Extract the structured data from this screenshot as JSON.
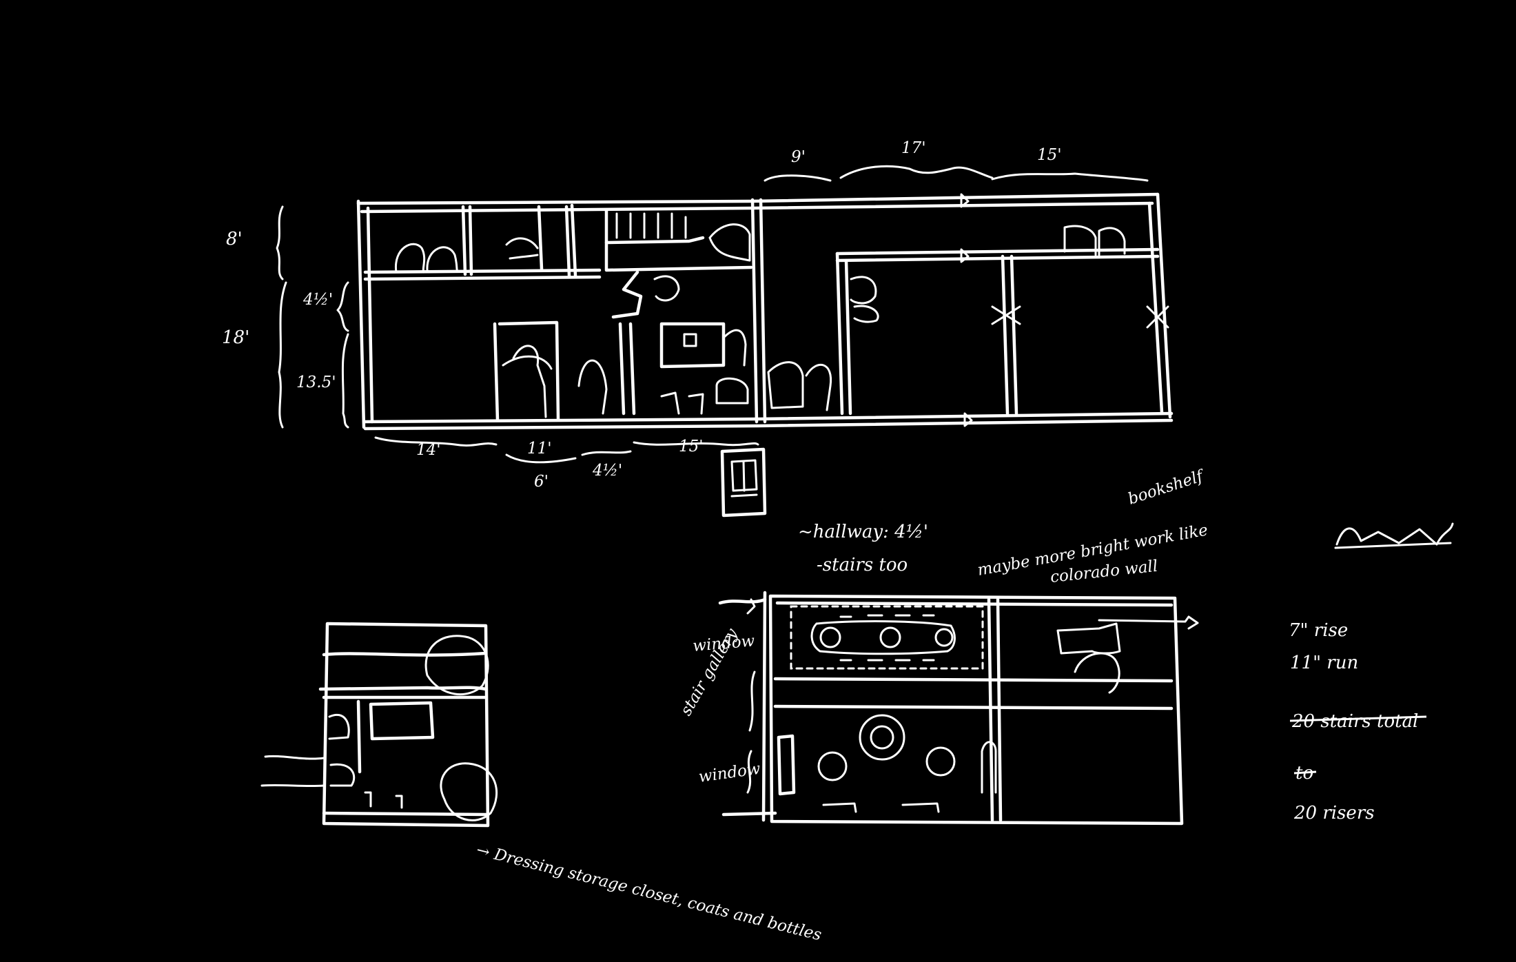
{
  "colors": {
    "background": "#000000",
    "ink": "#ffffff"
  },
  "top_plan": {
    "top_dims": [
      "9'",
      "17'",
      "15'"
    ],
    "left_dims": [
      "8'",
      "4½'",
      "18'",
      "13.5'"
    ],
    "bottom_dims": [
      "14'",
      "11'",
      "6'",
      "4½'",
      "15'"
    ]
  },
  "notes": {
    "hallway": "~hallway: 4½'",
    "stairs": "-stairs too",
    "bookshelf": "bookshelf",
    "maybe": "maybe more bright work like",
    "colorado": "colorado wall",
    "dresser": "→ Dressing storage closet, coats and bottles",
    "window": "window",
    "stairs_gallery": "stair gallery",
    "window2": "window"
  },
  "stair_calc": {
    "rise": "7\" rise",
    "run": "11\" run",
    "struck": "20 stairs total",
    "to": "to",
    "risers": "20 risers"
  }
}
